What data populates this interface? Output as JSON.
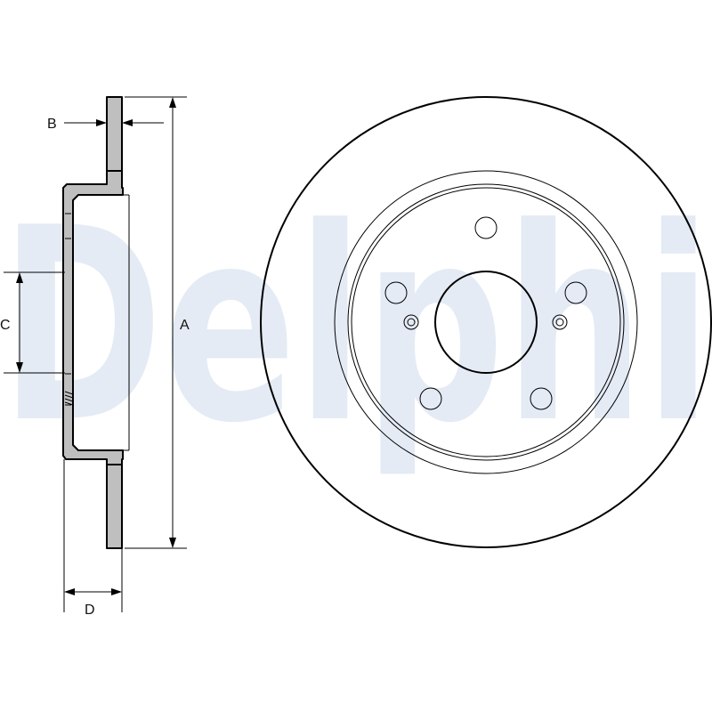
{
  "watermark": {
    "text": "Delphi",
    "color": "#e4ebf5"
  },
  "dimensions": {
    "A": "A",
    "B": "B",
    "C": "C",
    "D": "D"
  },
  "colors": {
    "section_fill": "#bfbfbf",
    "line": "#000000"
  },
  "front_view": {
    "bolt_holes": 5,
    "pin_holes": 2
  }
}
